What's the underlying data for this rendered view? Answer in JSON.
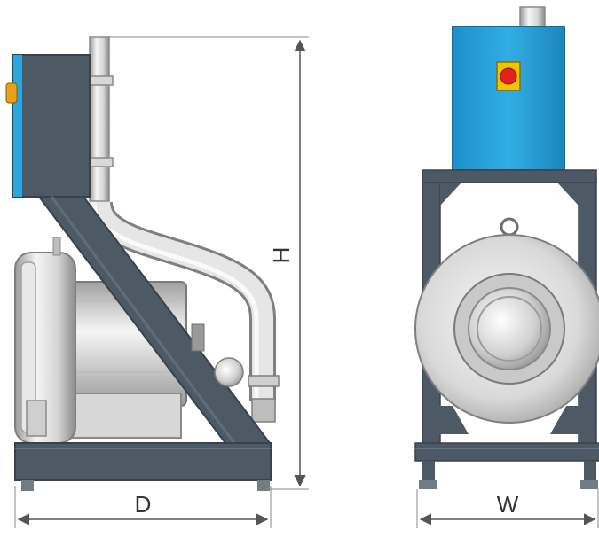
{
  "dimensions": {
    "depth_label": "D",
    "height_label": "H",
    "width_label": "W"
  },
  "colors": {
    "frame": "#4d5a66",
    "frame_dark": "#3c4752",
    "control_box": "#2aa7df",
    "control_box_dark": "#1b86bd",
    "switch_plate": "#f2c400",
    "switch_knob": "#e2231a",
    "metal_light": "#eeeeee",
    "metal_mid": "#c8c8c8",
    "metal_dark": "#8f8f8f",
    "dimension_line": "#888888"
  },
  "icons": {
    "emergency_stop": "red-knob-on-yellow-plate"
  }
}
